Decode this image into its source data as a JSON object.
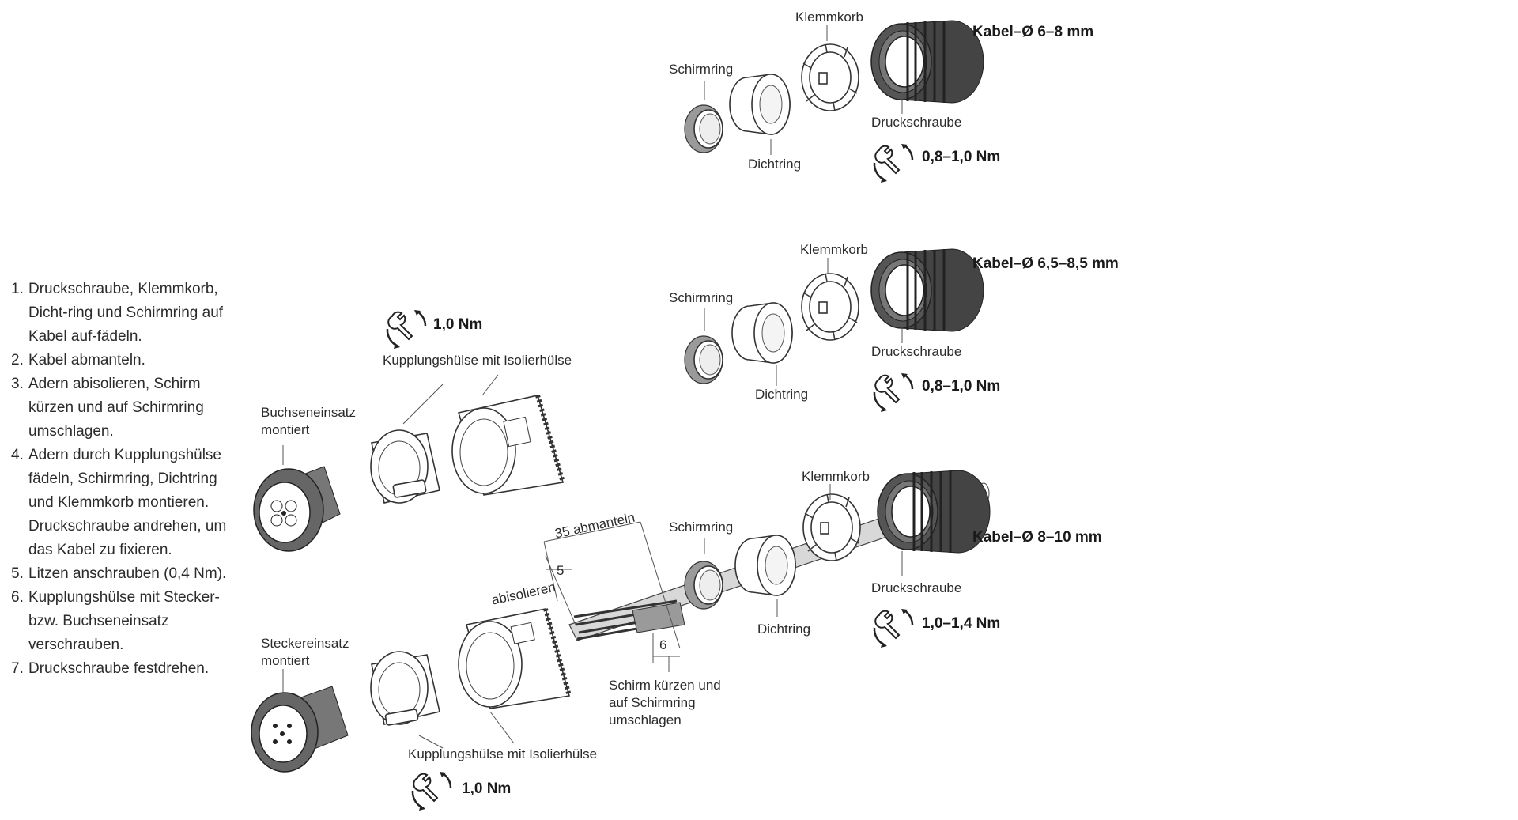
{
  "instructions": [
    {
      "num": "1.",
      "text": "Druckschraube, Klemmkorb, Dicht-ring und Schirmring auf Kabel auf-fädeln."
    },
    {
      "num": "2.",
      "text": "Kabel abmanteln."
    },
    {
      "num": "3.",
      "text": "Adern abisolieren, Schirm kürzen und auf Schirmring umschlagen."
    },
    {
      "num": "4.",
      "text": "Adern durch Kupplungshülse fädeln, Schirmring, Dichtring und Klemmkorb montieren. Druckschraube andrehen, um das Kabel zu fixieren."
    },
    {
      "num": "5.",
      "text": "Litzen anschrauben (0,4 Nm)."
    },
    {
      "num": "6.",
      "text": "Kupplungshülse mit Stecker- bzw. Buchseneinsatz verschrauben."
    },
    {
      "num": "7.",
      "text": "Druckschraube festdrehen."
    }
  ],
  "variant_a": {
    "schirmring": "Schirmring",
    "dichtring": "Dichtring",
    "klemmkorb": "Klemmkorb",
    "druckschraube": "Druckschraube",
    "cable": "Kabel–Ø 6–8 mm",
    "torque": "0,8–1,0 Nm"
  },
  "variant_b": {
    "schirmring": "Schirmring",
    "dichtring": "Dichtring",
    "klemmkorb": "Klemmkorb",
    "druckschraube": "Druckschraube",
    "cable": "Kabel–Ø 6,5–8,5 mm",
    "torque": "0,8–1,0 Nm"
  },
  "variant_c": {
    "schirmring": "Schirmring",
    "dichtring": "Dichtring",
    "klemmkorb": "Klemmkorb",
    "druckschraube": "Druckschraube",
    "cable": "Kabel–Ø 8–10 mm",
    "torque": "1,0–1,4 Nm"
  },
  "socket": {
    "torque": "1,0 Nm",
    "sleeve": "Kupplungshülse mit Isolierhülse",
    "insert_line1": "Buchseneinsatz",
    "insert_line2": "montiert"
  },
  "plug": {
    "torque": "1,0 Nm",
    "sleeve": "Kupplungshülse mit Isolierhülse",
    "insert_line1": "Steckereinsatz",
    "insert_line2": "montiert"
  },
  "cable_prep": {
    "strip_jacket": "35  abmanteln",
    "strip_len": "5",
    "abisolieren": "abisolieren",
    "shield_len": "6",
    "shield_line1": "Schirm kürzen und",
    "shield_line2": "auf Schirmring",
    "shield_line3": "umschlagen"
  }
}
